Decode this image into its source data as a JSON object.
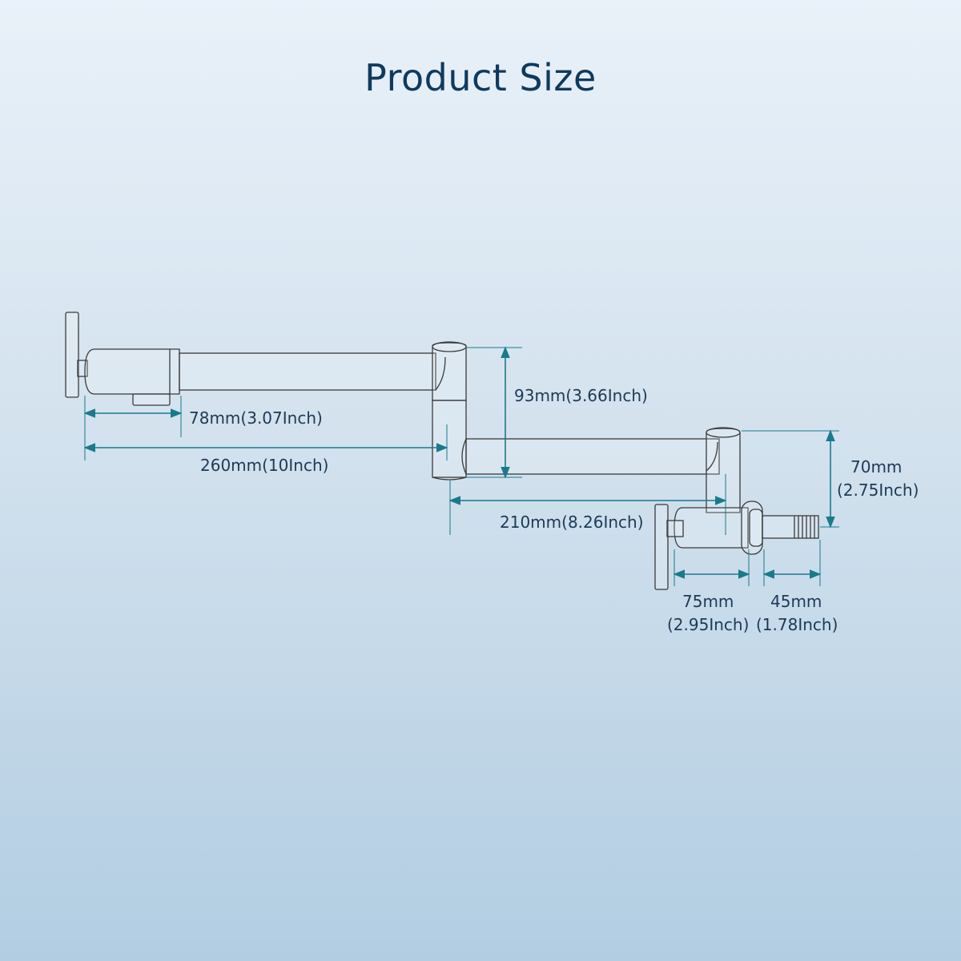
{
  "title": "Product Size",
  "colors": {
    "title": "#0f3a5e",
    "dimension_line": "#1a7a8a",
    "dimension_text": "#1c3a55",
    "outline": "#3a3a3a"
  },
  "dimensions": {
    "spout_tip": "78mm(3.07Inch)",
    "front_arm": "260mm(10Inch)",
    "joint_height": "93mm(3.66Inch)",
    "rear_arm": "210mm(8.26Inch)",
    "base_height_line1": "70mm",
    "base_height_line2": "(2.75Inch)",
    "valve_body_line1": "75mm",
    "valve_body_line2": "(2.95Inch)",
    "inlet_line1": "45mm",
    "inlet_line2": "(1.78Inch)"
  }
}
